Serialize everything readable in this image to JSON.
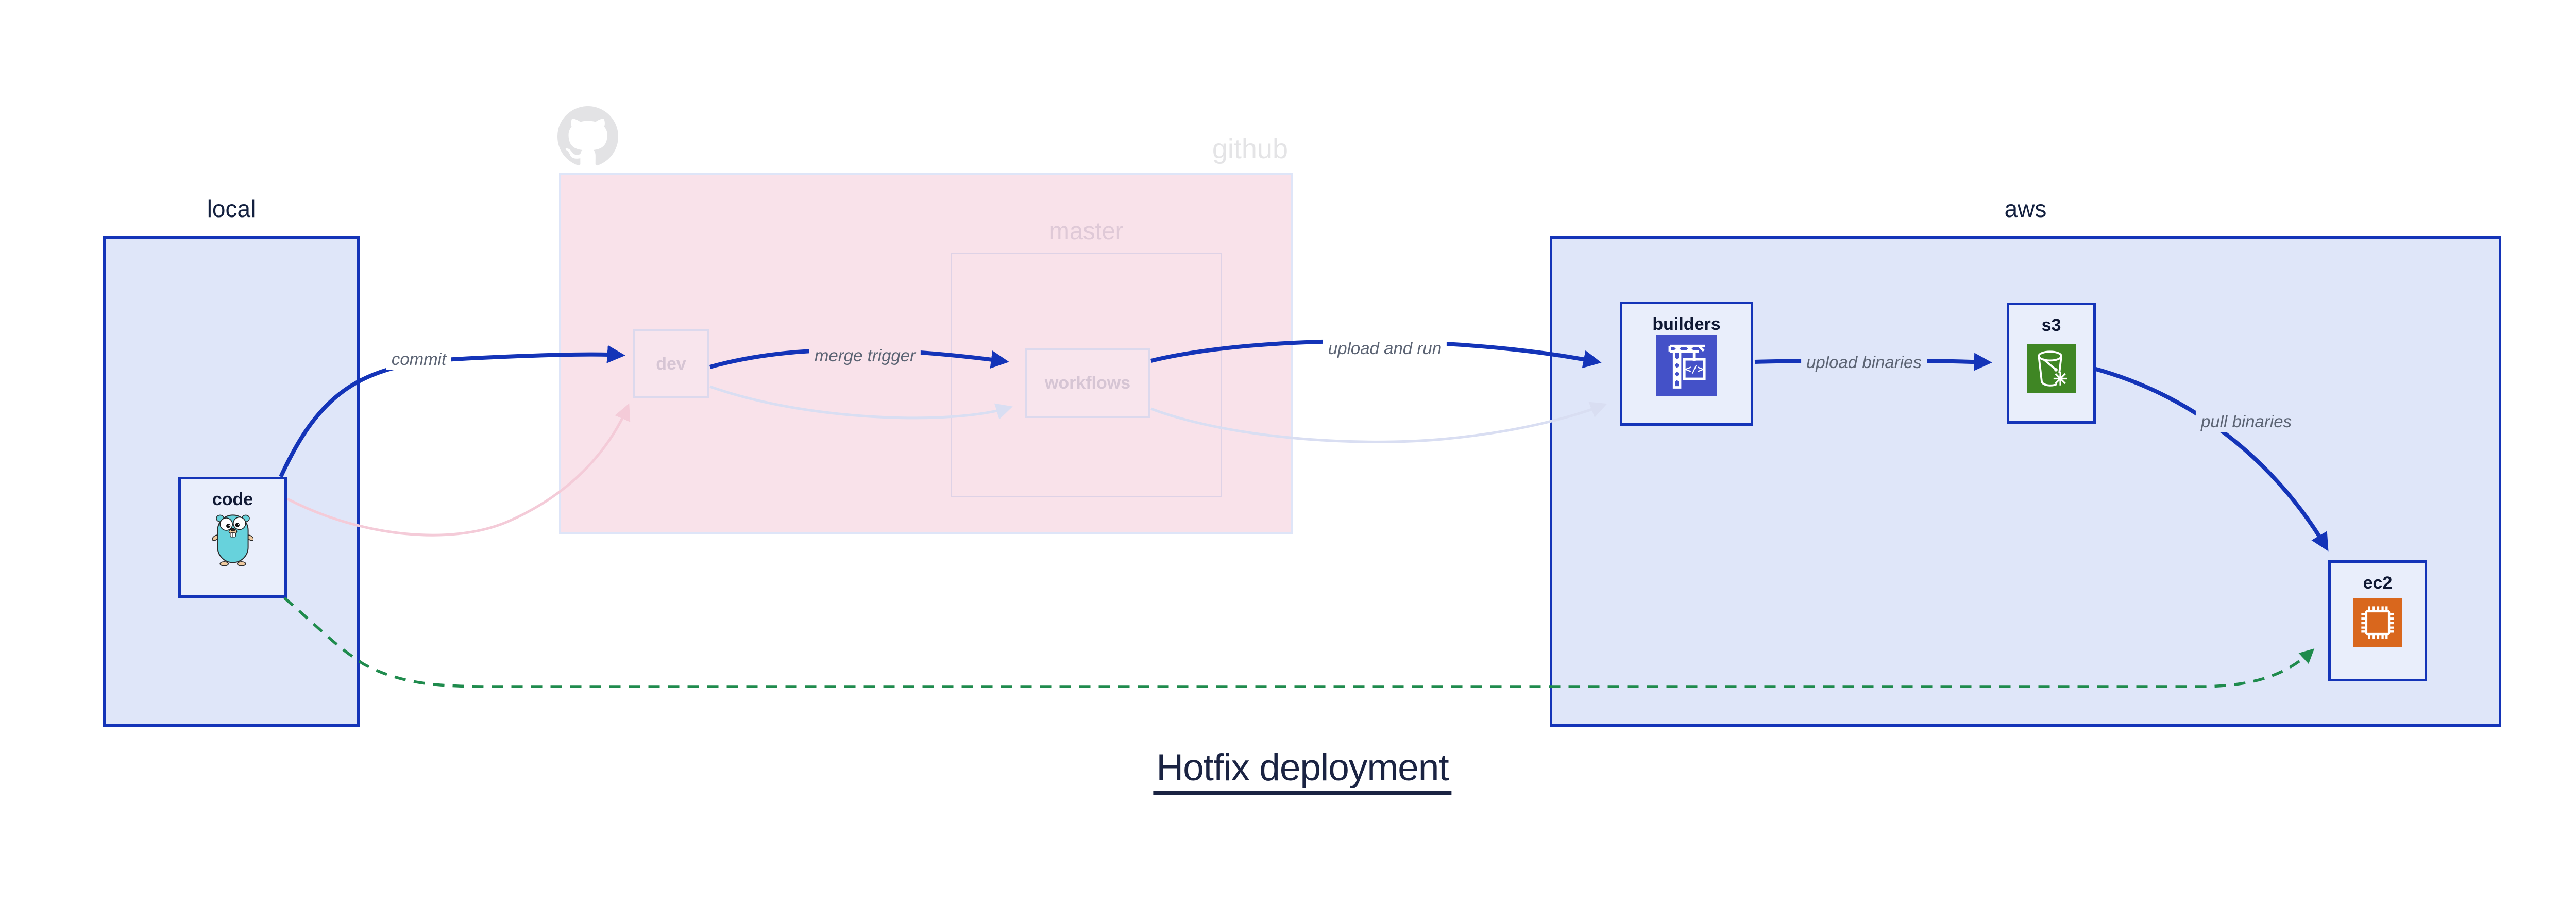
{
  "title": {
    "text": "Hotfix deployment"
  },
  "groups": {
    "local": {
      "label": "local"
    },
    "github": {
      "label": "github"
    },
    "master": {
      "label": "master"
    },
    "aws": {
      "label": "aws"
    }
  },
  "nodes": {
    "code": {
      "label": "code",
      "icon": "go-gopher-icon",
      "state": "active"
    },
    "dev": {
      "label": "dev",
      "icon": null,
      "state": "faded"
    },
    "workflows": {
      "label": "workflows",
      "icon": null,
      "state": "faded"
    },
    "builders": {
      "label": "builders",
      "icon": "codebuild-crane-icon",
      "state": "active"
    },
    "s3": {
      "label": "s3",
      "icon": "s3-glacier-bucket-icon",
      "state": "active"
    },
    "ec2": {
      "label": "ec2",
      "icon": "ec2-chip-icon",
      "state": "active"
    }
  },
  "edges": {
    "commit": {
      "label": "commit",
      "from": "code",
      "to": "dev",
      "style": "solid-blue"
    },
    "merge_trigger": {
      "label": "merge trigger",
      "from": "dev",
      "to": "workflows",
      "style": "solid-blue"
    },
    "upload_and_run": {
      "label": "upload and run",
      "from": "workflows",
      "to": "builders",
      "style": "solid-blue"
    },
    "upload_binaries": {
      "label": "upload binaries",
      "from": "builders",
      "to": "s3",
      "style": "solid-blue"
    },
    "pull_binaries": {
      "label": "pull binaries",
      "from": "s3",
      "to": "ec2",
      "style": "solid-blue"
    },
    "hotfix_path": {
      "label": "",
      "from": "code",
      "to": "ec2",
      "style": "dashed-green"
    },
    "code_dev_faded": {
      "label": "",
      "from": "code",
      "to": "dev",
      "style": "faded-pink"
    },
    "dev_wf_faded": {
      "label": "",
      "from": "dev",
      "to": "workflows",
      "style": "faded-lavender"
    },
    "wf_builders_faded": {
      "label": "",
      "from": "workflows",
      "to": "builders",
      "style": "faded-lavender"
    }
  },
  "colors": {
    "arrow_blue": "#1434b8",
    "arrow_green": "#1f8b4d",
    "arrow_faded_pink": "#f4cbd8",
    "arrow_faded_lavender": "#d9def2",
    "group_blue_fill": "#dfe6f9",
    "group_blue_border": "#1434b8",
    "github_fill": "#f9e2ea",
    "github_border": "#dee5f8",
    "master_border": "#ded2e6",
    "node_fill": "#e9eefb",
    "faded_node_border": "#dcd9ed",
    "navy_text": "#13203f",
    "faded_text": "#d6c5d4",
    "edge_label_text": "#5c6474",
    "octocat_gray": "#e3e3e5",
    "codebuild_icon_bg": "#4451c8",
    "s3_icon_bg": "#3f8624",
    "ec2_icon_bg": "#d9671d",
    "gopher_teal": "#67d2dc"
  }
}
